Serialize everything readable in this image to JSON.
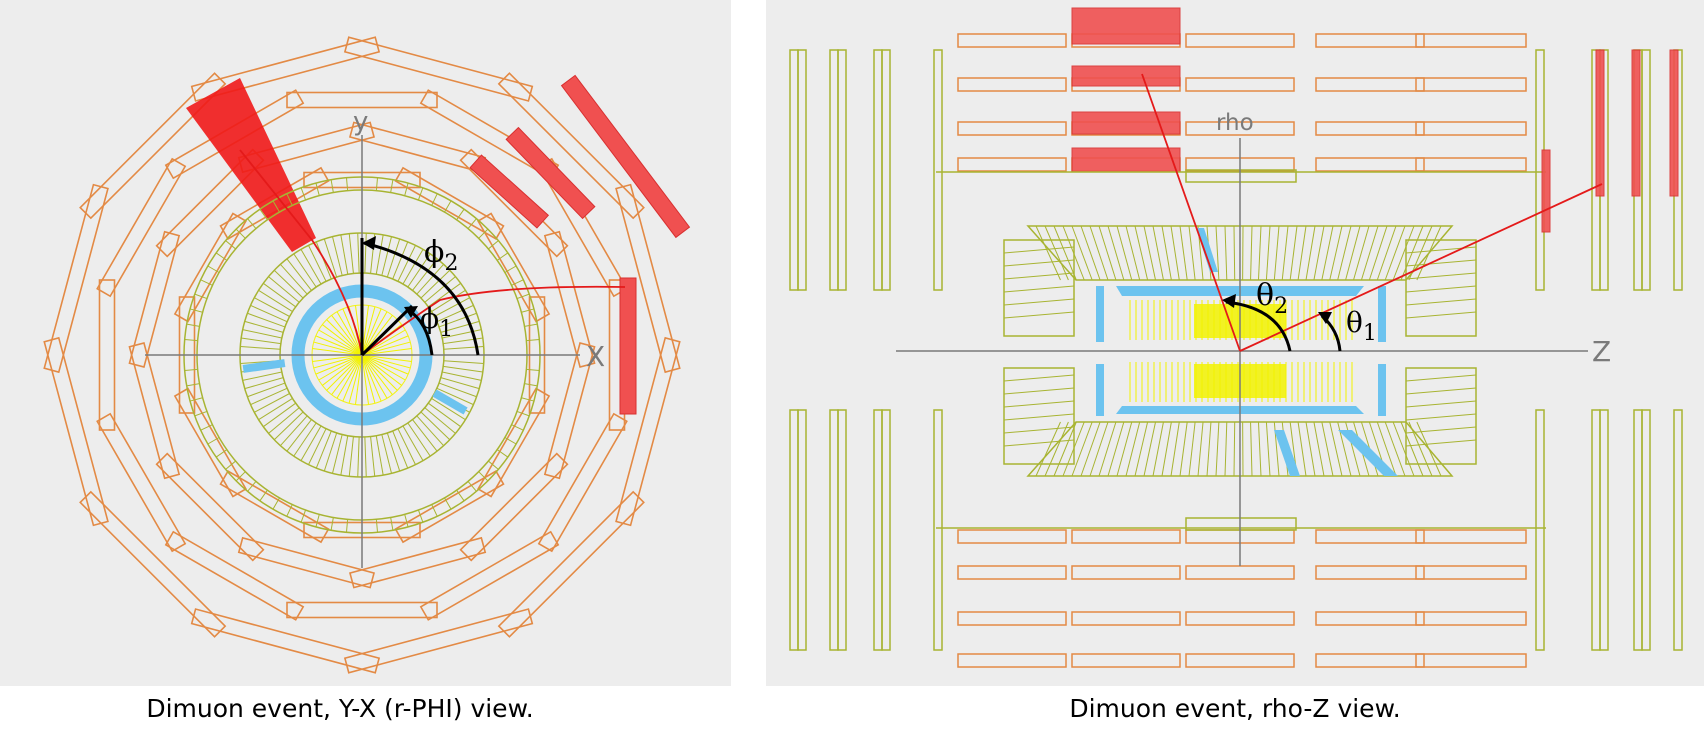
{
  "left_view": {
    "axis_x_label": "X",
    "axis_y_label": "y",
    "angle_1": {
      "symbol": "ϕ",
      "subscript": "1"
    },
    "angle_2": {
      "symbol": "ϕ",
      "subscript": "2"
    },
    "caption": "Dimuon event, Y-X (r-PHI) view."
  },
  "right_view": {
    "axis_z_label": "Z",
    "axis_rho_label": "rho",
    "angle_1": {
      "symbol": "θ",
      "subscript": "1"
    },
    "angle_2": {
      "symbol": "θ",
      "subscript": "2"
    },
    "caption": "Dimuon event, rho-Z view."
  },
  "colors": {
    "background": "#ededed",
    "muon_chamber": "#e38a45",
    "muon_hit": "#f05050",
    "calorimeter": "#a8b432",
    "tracker": "#6cc3ef",
    "track": "#e41a1a",
    "pixel": "#f2f200",
    "axis": "#7a7a7a"
  }
}
